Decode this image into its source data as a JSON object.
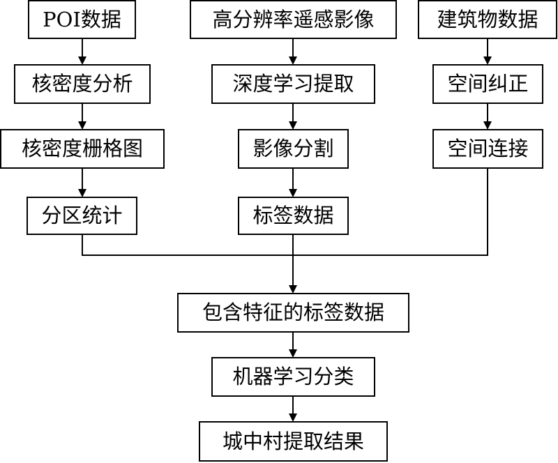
{
  "nodes": {
    "poi": "POI数据",
    "remote": "高分辨率遥感影像",
    "building": "建筑物数据",
    "kde": "核密度分析",
    "deep": "深度学习提取",
    "correct": "空间纠正",
    "raster": "核密度栅格图",
    "segment": "影像分割",
    "connect": "空间连接",
    "zonal": "分区统计",
    "label": "标签数据",
    "feature_label": "包含特征的标签数据",
    "ml": "机器学习分类",
    "result": "城中村提取结果"
  },
  "colors": {
    "line": "#000000",
    "box_border": "#000000",
    "background": "#ffffff"
  }
}
